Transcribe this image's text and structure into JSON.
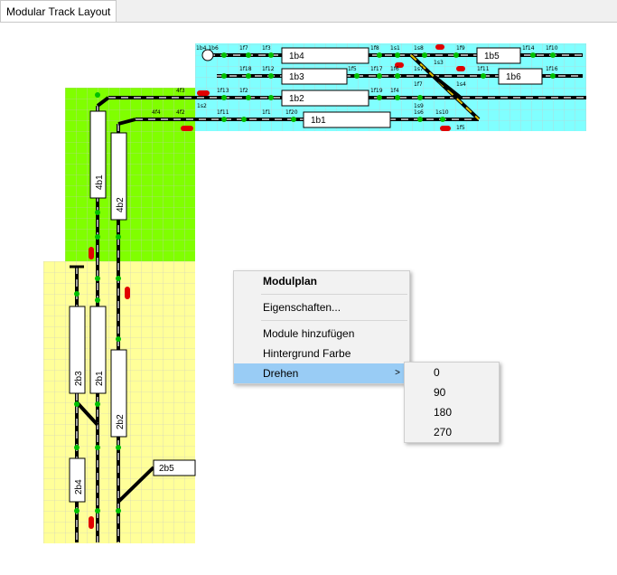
{
  "tab": {
    "title": "Modular Track Layout"
  },
  "context_menu": {
    "title": "Modulplan",
    "items": [
      "Eigenschaften...",
      "Module hinzufügen",
      "Hintergrund Farbe",
      "Drehen"
    ],
    "submenu_icon": "chevron-right-icon"
  },
  "rotate_submenu": {
    "options": [
      "0",
      "90",
      "180",
      "270"
    ]
  },
  "blocks": {
    "b1b4": "1b4",
    "b1b3": "1b3",
    "b1b2": "1b2",
    "b1b1": "1b1",
    "b1b5": "1b5",
    "b1b6": "1b6",
    "b4b1": "4b1",
    "b4b2": "4b2",
    "b2b3": "2b3",
    "b2b1": "2b1",
    "b2b2": "2b2",
    "b2b4": "2b4",
    "b2b5": "2b5"
  },
  "track_labels": {
    "t1": "1b4 1b6",
    "t2": "1f7",
    "t3": "1f3",
    "t4": "1f8",
    "t5": "1s1",
    "t6": "1s8",
    "t7": "1f9",
    "t8": "1f14",
    "t9": "1f10",
    "t10": "1f18",
    "t11": "1f12",
    "t12": "1f5",
    "t13": "1f17",
    "t14": "1f6",
    "t15": "1s7",
    "t16": "1s3",
    "t17": "1f11",
    "t18": "1f16",
    "t19": "4f3",
    "t20": "1f13",
    "t21": "1f2",
    "t22": "1f19",
    "t23": "1f4",
    "t24": "1f7",
    "t25": "1s4",
    "t26": "1s2",
    "t27": "1s9",
    "t28": "4f4",
    "t29": "4f2",
    "t30": "1f11",
    "t31": "1f1",
    "t32": "1f20",
    "t33": "1s6",
    "t34": "1s10",
    "t35": "1f5"
  },
  "colors": {
    "module1_bg": "#80ffff",
    "module4_bg": "#80ff00",
    "module2_bg": "#ffff99",
    "track": "#000000",
    "track_dash": "#a0a0a0",
    "signal_green": "#00c000",
    "signal_red": "#e00000",
    "menu_highlight": "#99ccf5"
  }
}
